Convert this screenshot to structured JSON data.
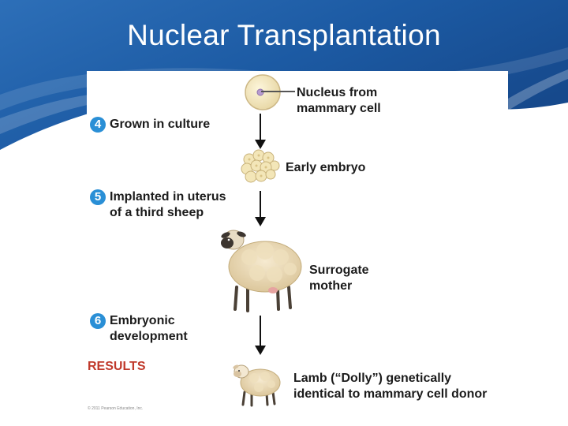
{
  "slide": {
    "title": "Nuclear Transplantation"
  },
  "diagram": {
    "labels": {
      "nucleus": [
        "Nucleus from",
        "mammary cell"
      ],
      "early_embryo": "Early embryo",
      "surrogate": [
        "Surrogate",
        "mother"
      ],
      "lamb": [
        "Lamb (“Dolly”) genetically",
        "identical to mammary cell donor"
      ]
    },
    "steps": [
      {
        "number": "4",
        "lines": [
          "Grown in culture"
        ]
      },
      {
        "number": "5",
        "lines": [
          "Implanted in uterus",
          "of a third sheep"
        ]
      },
      {
        "number": "6",
        "lines": [
          "Embryonic",
          "development"
        ]
      }
    ],
    "results_label": "RESULTS",
    "copyright": "© 2011 Pearson Education, Inc."
  },
  "colors": {
    "background_blue": "#1e5fa8",
    "badge_blue": "#2a8fd6",
    "results_red": "#c0392b"
  }
}
